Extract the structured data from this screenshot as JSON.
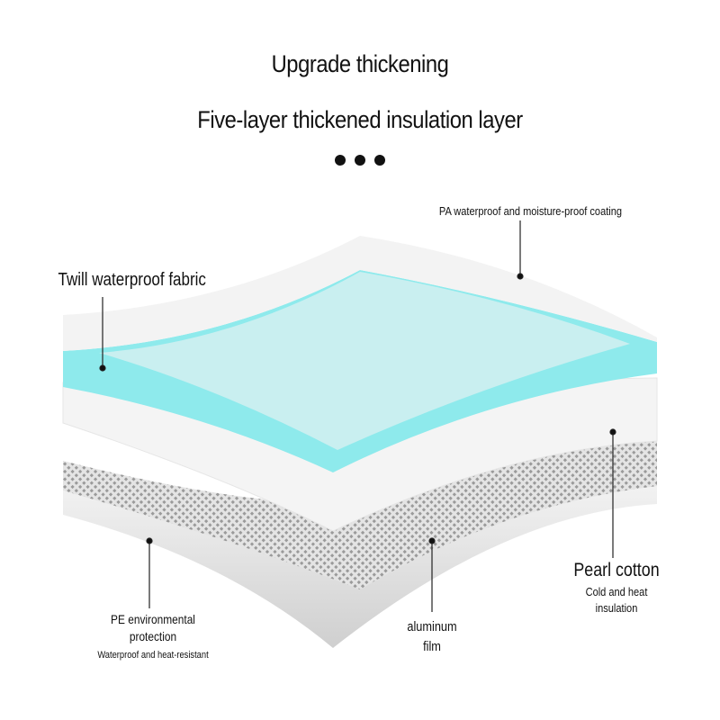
{
  "header": {
    "title": "Upgrade thickening",
    "subtitle": "Five-layer thickened insulation layer"
  },
  "labels": {
    "pa_coating": "PA waterproof and moisture-proof coating",
    "twill": "Twill waterproof fabric",
    "pearl_title": "Pearl cotton",
    "pearl_desc_1": "Cold and heat",
    "pearl_desc_2": "insulation",
    "aluminum_1": "aluminum",
    "aluminum_2": "film",
    "pe_1": "PE environmental",
    "pe_2": "protection",
    "pe_desc": "Waterproof and heat-resistant"
  },
  "colors": {
    "cyan": "#8eeaec",
    "cyan_light": "#c9eff0",
    "gray": "#d8d8d8",
    "foil": "#a9a9a9"
  }
}
